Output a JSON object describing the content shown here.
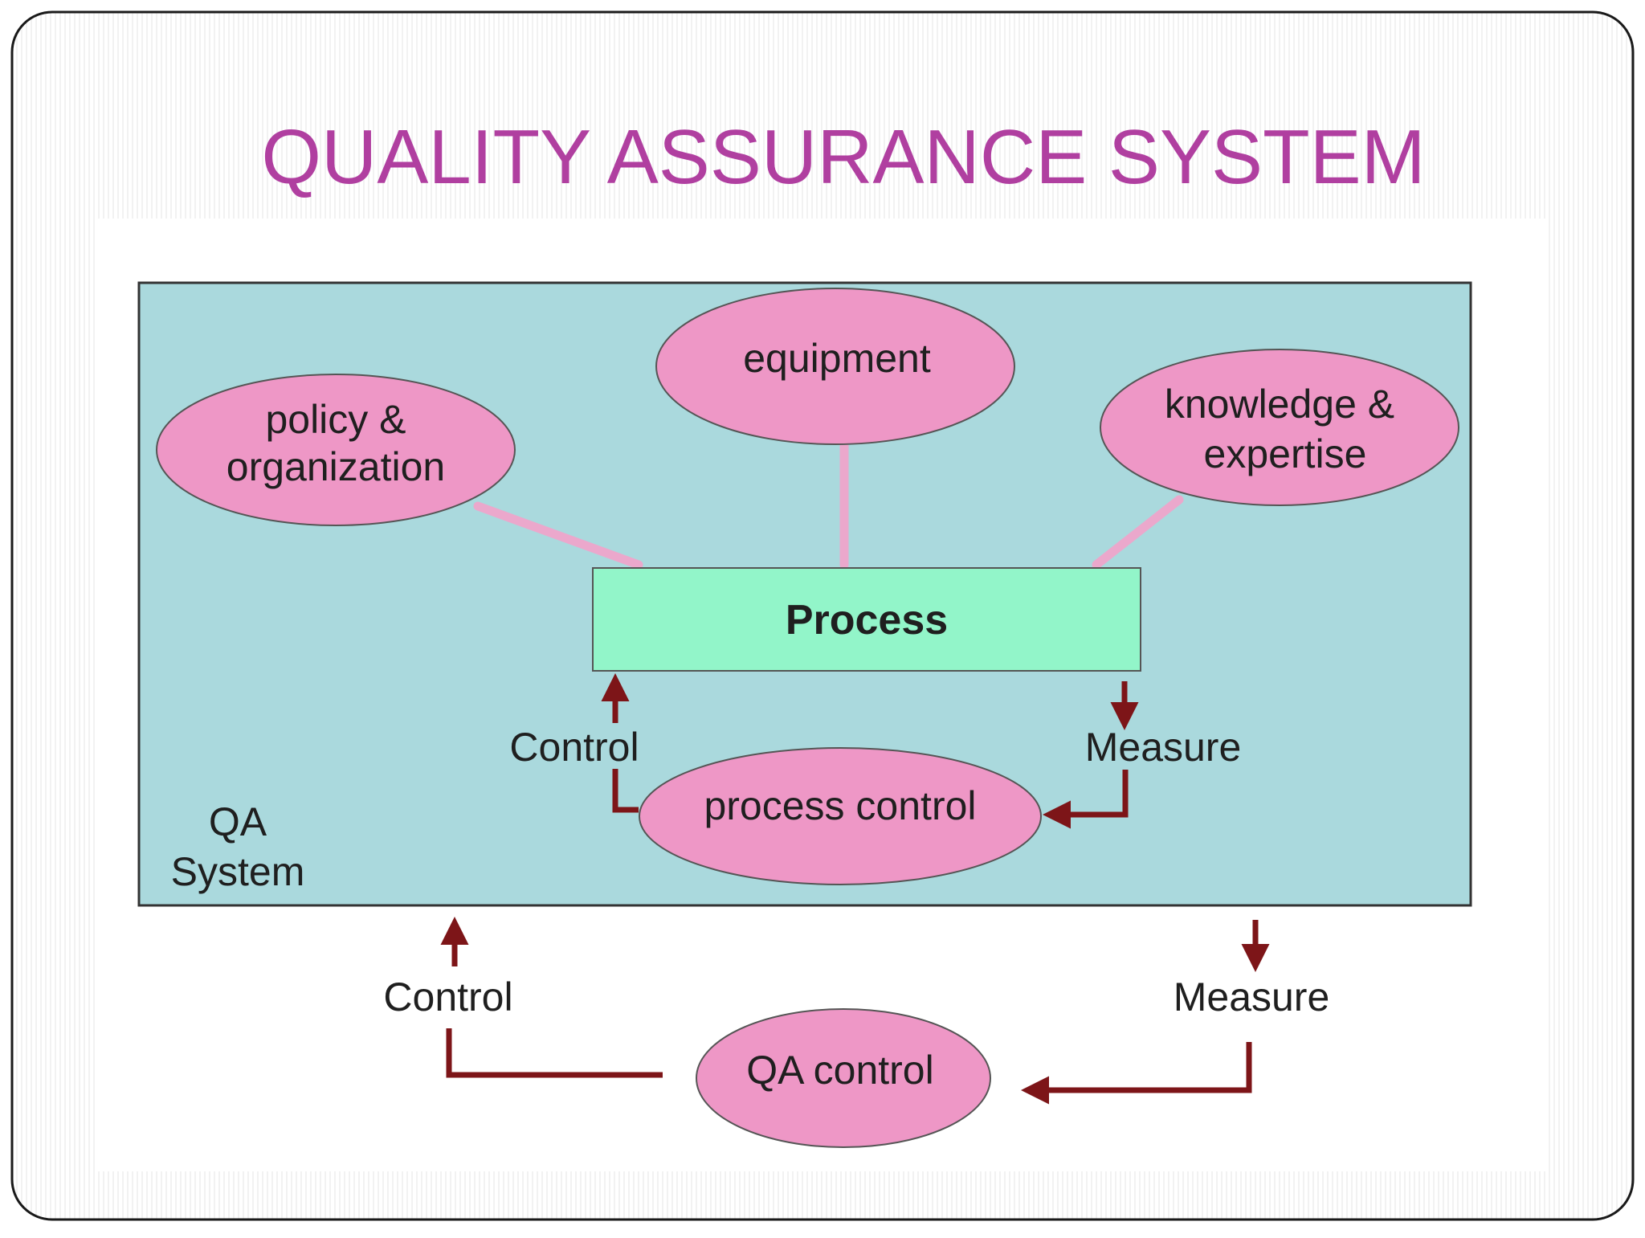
{
  "slide": {
    "title": "QUALITY ASSURANCE SYSTEM",
    "colors": {
      "title": "#B03FA0",
      "frame_stroke": "#1a1a1a",
      "panel_fill": "#AAD9DD",
      "ellipse_fill": "#EE97C6",
      "process_fill": "#92F5C9",
      "connector_pink": "#EBA8CC",
      "arrow_maroon": "#7D1518",
      "label_text": "#1f1f1f"
    }
  },
  "diagram": {
    "system_label_line1": "QA",
    "system_label_line2": "System",
    "process_label": "Process",
    "inputs": {
      "policy_line1": "policy &",
      "policy_line2": "organization",
      "equipment": "equipment",
      "knowledge_line1": "knowledge &",
      "knowledge_line2": "expertise"
    },
    "inner_loop": {
      "control_label": "Control",
      "measure_label": "Measure",
      "node_label": "process control"
    },
    "outer_loop": {
      "control_label": "Control",
      "measure_label": "Measure",
      "node_label": "QA control"
    }
  }
}
